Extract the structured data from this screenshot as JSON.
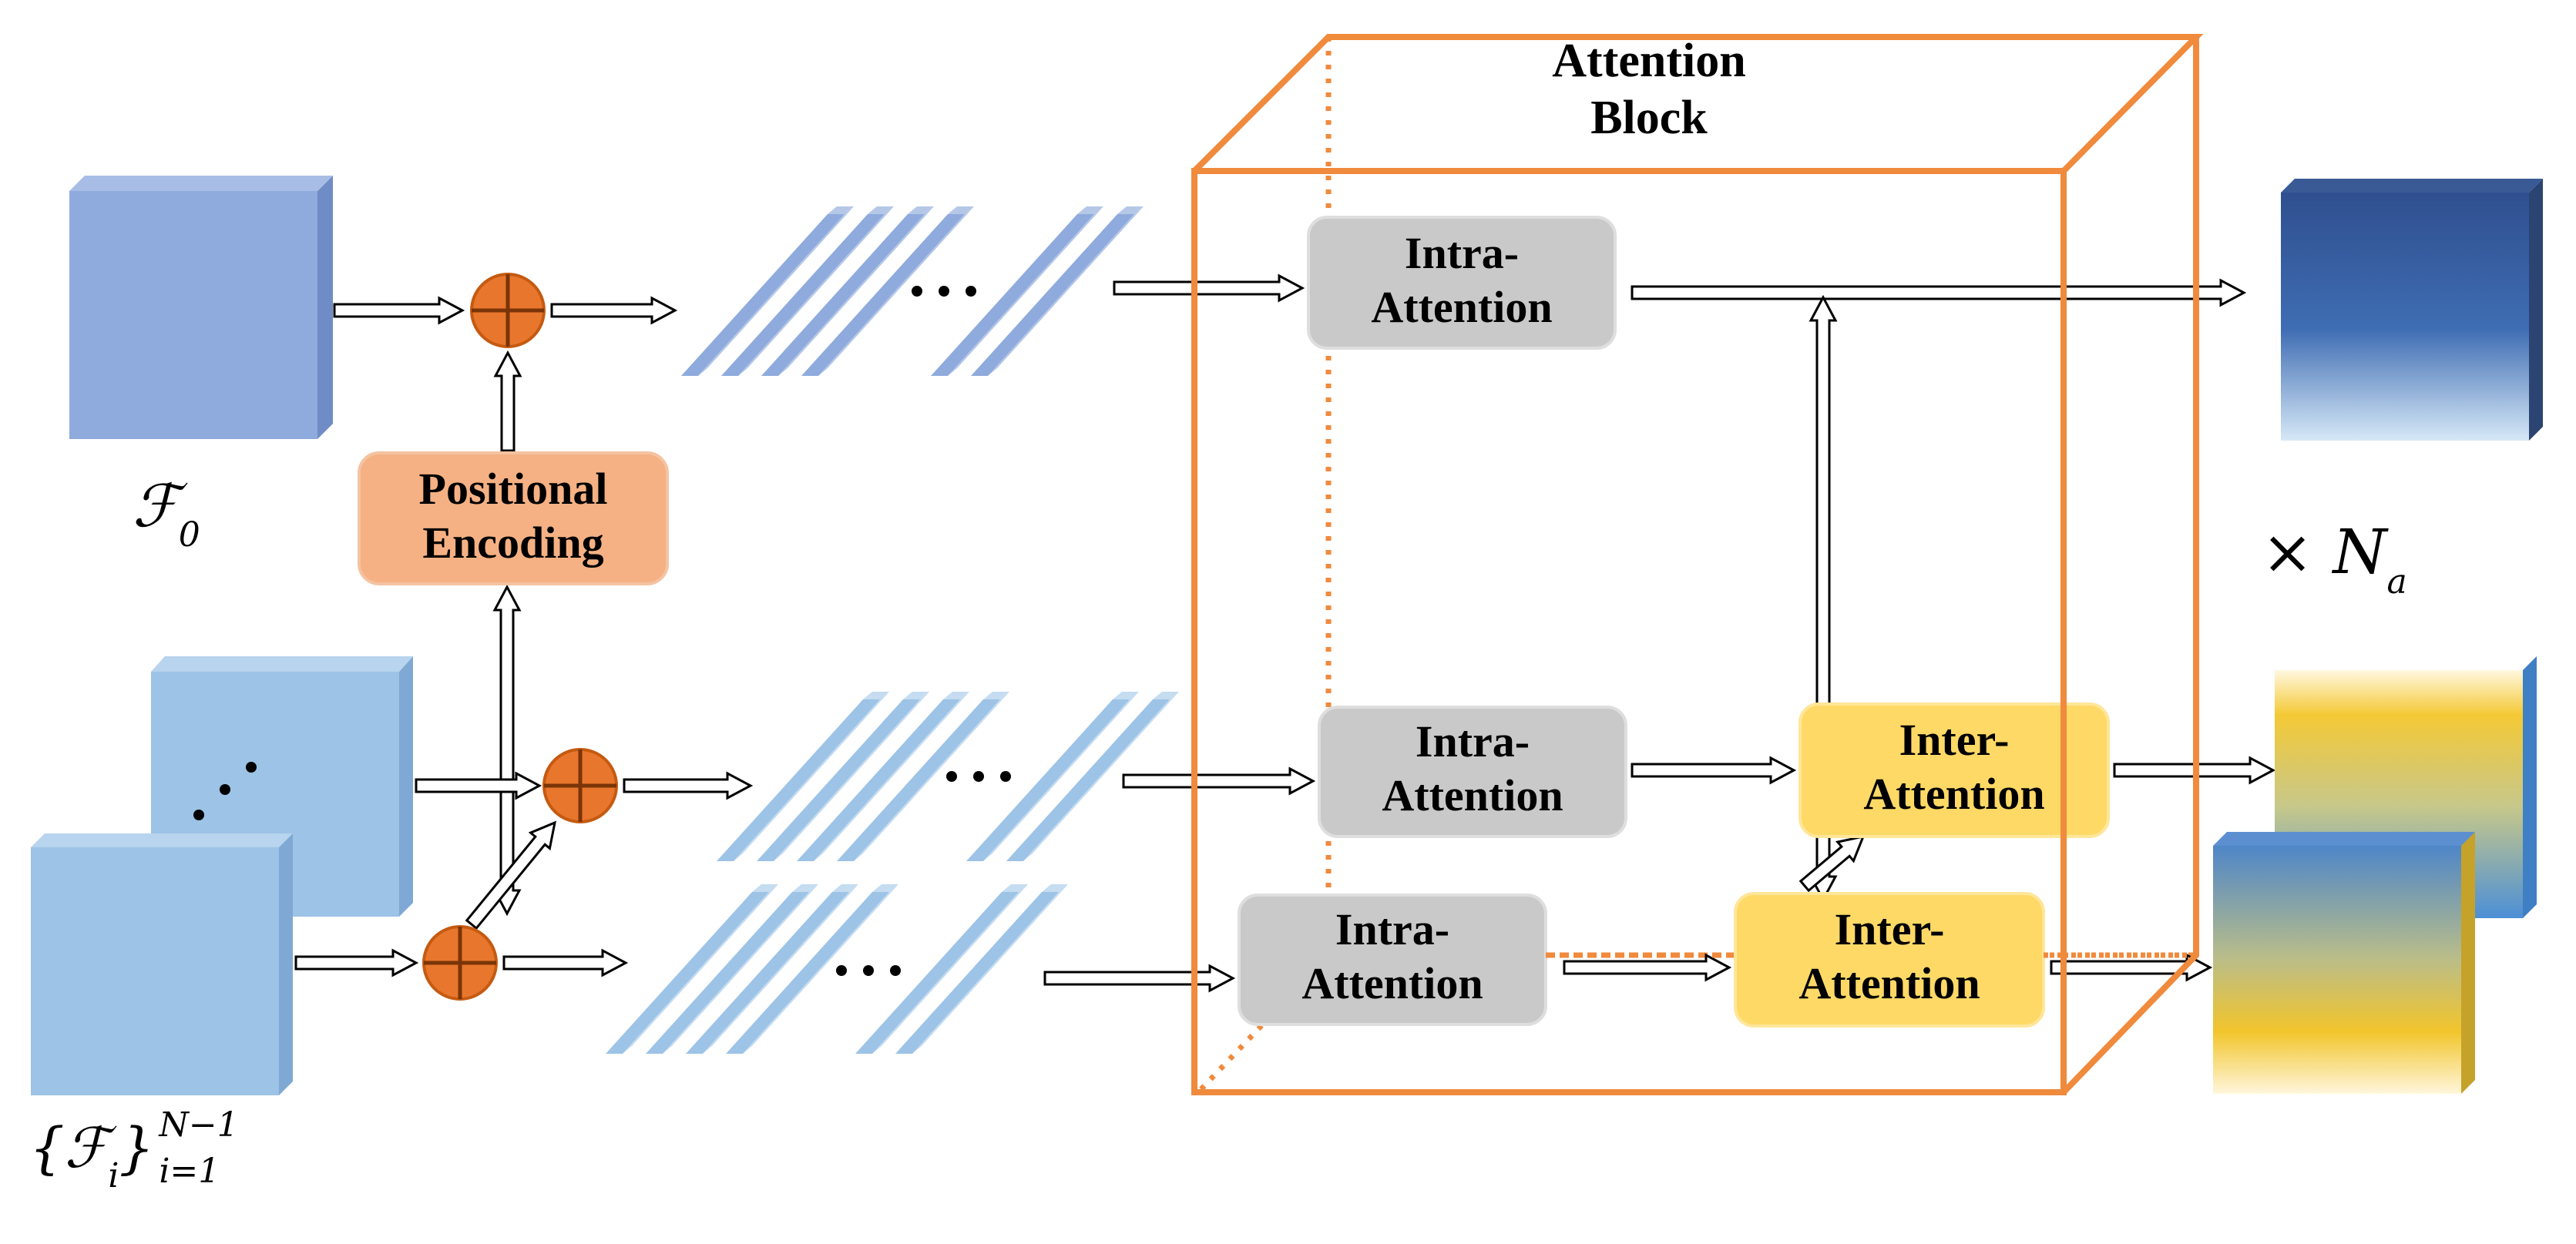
{
  "labels": {
    "attention_block": [
      "Attention",
      "Block"
    ],
    "positional_encoding": [
      "Positional",
      "Encoding"
    ],
    "intra_attention": [
      "Intra-",
      "Attention"
    ],
    "inter_attention": [
      "Inter-",
      "Attention"
    ],
    "f0": "ℱ",
    "f0_sub": "0",
    "fi": "{ℱ",
    "fi_sub_i": "i",
    "fi_brace": "}",
    "fi_sup": "N−1",
    "fi_sub": "i=1",
    "times": "×",
    "na": "N",
    "na_sub": "a",
    "dots": "• • •"
  },
  "colors": {
    "block_orange": "#f08a3c",
    "pe_fill": "#f5b183",
    "plus_fill": "#e8762c",
    "gray_box": "#c9c9c9",
    "yellow_box": "#ffd966",
    "cube_top": "#8faadc",
    "cube_bottom": "#9dc3e6"
  }
}
